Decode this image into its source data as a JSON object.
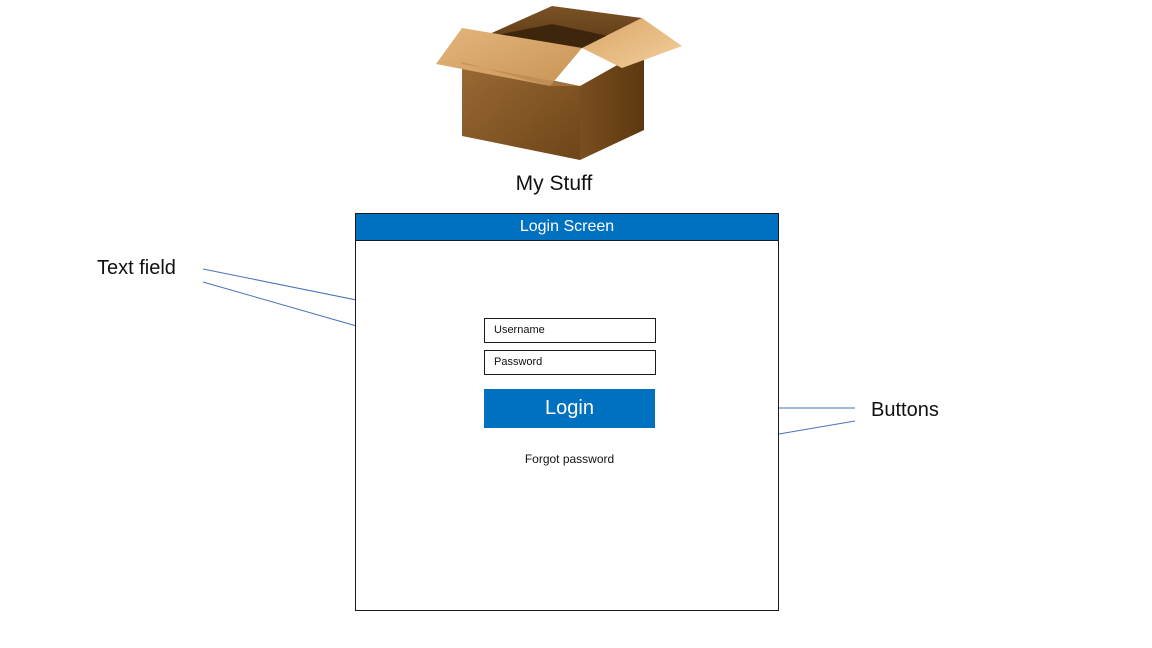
{
  "app": {
    "title": "My Stuff",
    "logo_icon": "cardboard-box-icon"
  },
  "window": {
    "header": "Login Screen",
    "header_color": "#0070c0",
    "username_placeholder": "Username",
    "password_placeholder": "Password",
    "login_label": "Login",
    "forgot_label": "Forgot password"
  },
  "annotations": {
    "text_field": "Text field",
    "buttons": "Buttons",
    "arrow_color": "#4a72b8"
  }
}
